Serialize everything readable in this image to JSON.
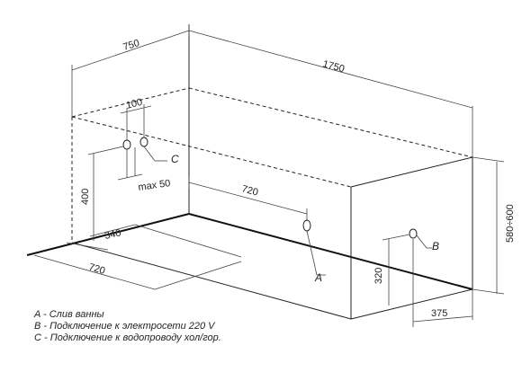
{
  "dimensions": {
    "width_depth": "750",
    "length": "1750",
    "height": "580÷600",
    "supply_spacing": "100",
    "supply_height": "400",
    "supply_max_offset": "max 50",
    "drain_offset_back": "720",
    "drain_offset_floor": "720",
    "drain_from_side": "340",
    "electric_height": "320",
    "electric_from_end": "375"
  },
  "callouts": {
    "a": "A",
    "b": "B",
    "c": "C"
  },
  "legend": [
    "A - Слив ванны",
    "B - Подключение к электросети 220 V",
    "C - Подключение к водопроводу хол/гор."
  ]
}
